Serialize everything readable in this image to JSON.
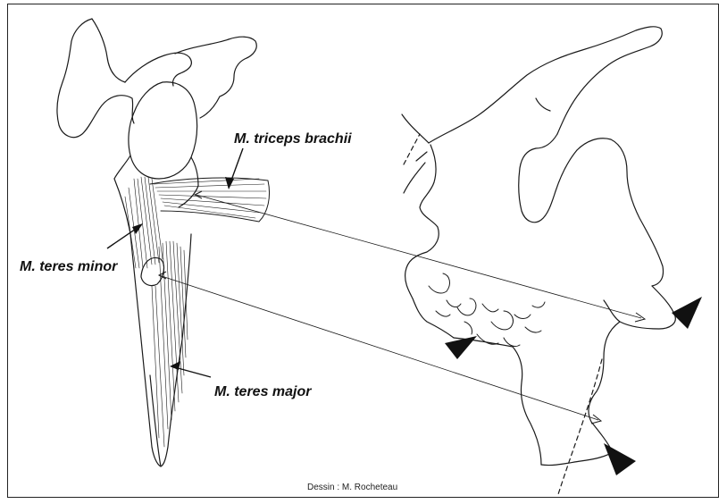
{
  "labels": {
    "triceps": "M. triceps brachii",
    "teres_minor": "M. teres minor",
    "teres_major": "M. teres major"
  },
  "credit": "Dessin : M. Rocheteau",
  "colors": {
    "line": "#1a1a1a",
    "arrow": "#111111"
  }
}
